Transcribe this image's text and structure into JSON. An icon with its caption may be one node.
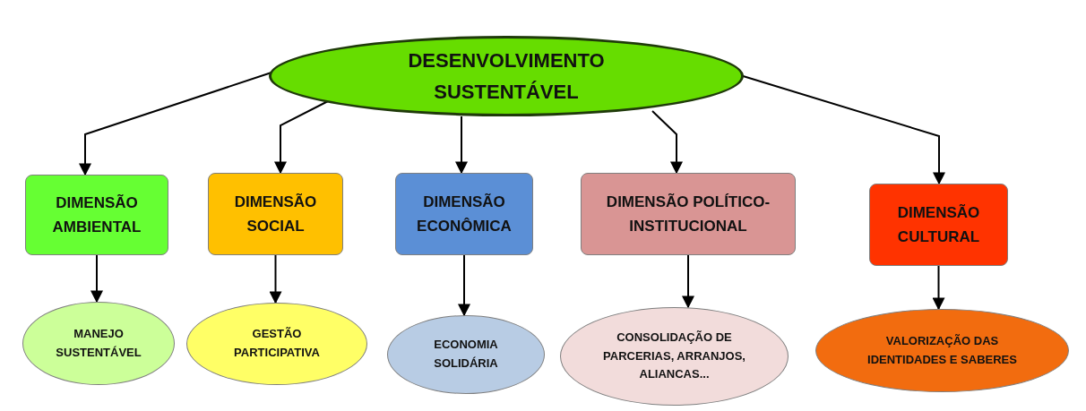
{
  "diagram": {
    "nodes": [
      {
        "text": [
          "DESENVOLVIMENTO SUSTENTÁVEL"
        ]
      },
      {
        "text": [
          "DIMENSÃO AMBIENTAL"
        ]
      },
      {
        "text": [
          "DIMENSÃO SOCIAL"
        ]
      },
      {
        "text": [
          "DIMENSÃO ECONÔMICA"
        ]
      },
      {
        "text": [
          "DIMENSÃO POLÍTICO-INSTITUCIONAL"
        ]
      },
      {
        "text": [
          "DIMENSÃO CULTURAL"
        ]
      },
      {
        "text": [
          "MANEJO SUSTENTÁVEL"
        ]
      },
      {
        "text": [
          "GESTÃO PARTICIPATIVA"
        ]
      },
      {
        "text": [
          "ECONOMIA SOLIDÁRIA"
        ]
      },
      {
        "text": [
          "CONSOLIDAÇÃO DE PARCERIAS, ARRANJOS, ALIANCAS..."
        ]
      },
      {
        "text": [
          "VALORIZAÇÃO DAS IDENTIDADES E SABERES"
        ]
      }
    ],
    "edges": [
      {
        "from": 0,
        "to": 1,
        "arrow": "to"
      },
      {
        "from": 0,
        "to": 2,
        "arrow": "to"
      },
      {
        "from": 0,
        "to": 3,
        "arrow": "to"
      },
      {
        "from": 0,
        "to": 4,
        "arrow": "to"
      },
      {
        "from": 0,
        "to": 5,
        "arrow": "to"
      },
      {
        "from": 1,
        "to": 6,
        "arrow": "to"
      },
      {
        "from": 2,
        "to": 7,
        "arrow": "to"
      },
      {
        "from": 3,
        "to": 8,
        "arrow": "to"
      },
      {
        "from": 4,
        "to": 9,
        "arrow": "to"
      },
      {
        "from": 5,
        "to": 10,
        "arrow": "to"
      }
    ]
  }
}
